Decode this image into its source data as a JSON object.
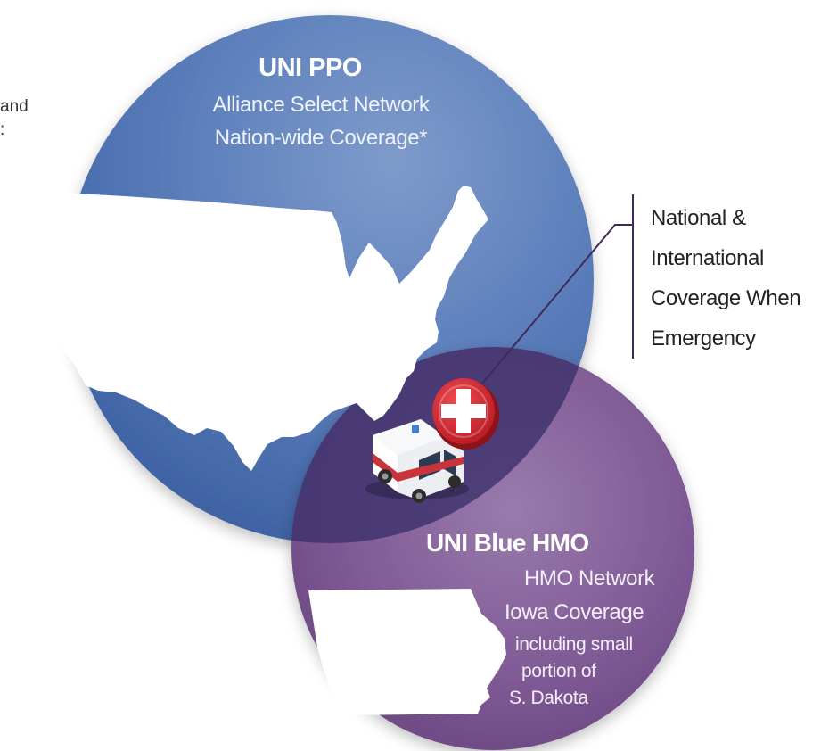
{
  "ppo": {
    "title": "UNI PPO",
    "line1": "Alliance Select Network",
    "line2": "Nation-wide Coverage*"
  },
  "hmo": {
    "title": "UNI Blue HMO",
    "line1": "HMO Network",
    "line2": "Iowa Coverage",
    "line3": "including small",
    "line4": "portion of",
    "line5": "S. Dakota"
  },
  "callout": {
    "line1": "National &",
    "line2": "International",
    "line3": "Coverage When",
    "line4": "Emergency"
  },
  "cut_text": {
    "line1": "and",
    "line2": ":"
  },
  "colors": {
    "ppo_circle": "#5579b5",
    "hmo_circle": "#7c5591",
    "overlap": "#3f3670",
    "medical_badge": "#d6262e",
    "callout_line": "#3f2a5c"
  },
  "icons": [
    "usa-map-icon",
    "iowa-map-icon",
    "ambulance-icon",
    "medical-cross-icon"
  ]
}
